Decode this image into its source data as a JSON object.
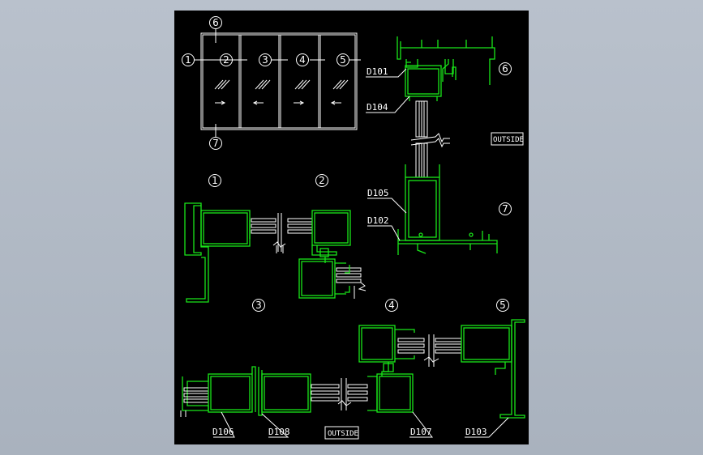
{
  "drawing": {
    "callouts": [
      "1",
      "2",
      "3",
      "4",
      "5",
      "6",
      "7"
    ],
    "labels": {
      "d101": "D101",
      "d104": "D104",
      "d105": "D105",
      "d102": "D102",
      "d106": "D106",
      "d108": "D108",
      "d107": "D107",
      "d103": "D103"
    },
    "outside_labels": [
      "OUTSIDE",
      "OUTSIDE"
    ]
  },
  "colors": {
    "background": "#000000",
    "profile": "#19e619",
    "annotation": "#ffffff",
    "viewport": "#b0b8c3"
  }
}
